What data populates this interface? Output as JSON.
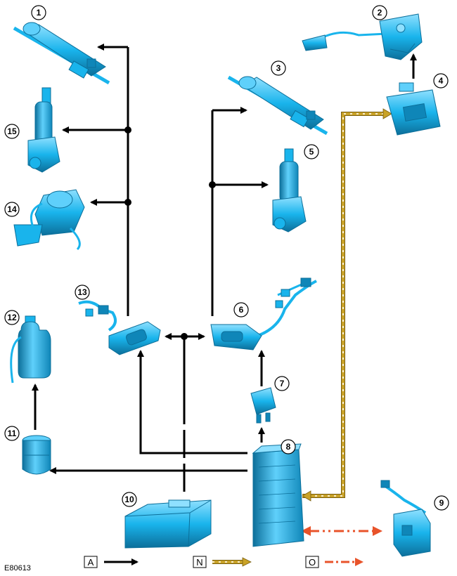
{
  "figure_ref": "E80613",
  "callouts": [
    "1",
    "2",
    "3",
    "4",
    "5",
    "6",
    "7",
    "8",
    "9",
    "10",
    "11",
    "12",
    "13",
    "14",
    "15"
  ],
  "legend": [
    {
      "key": "A",
      "style": "solid"
    },
    {
      "key": "N",
      "style": "dotted"
    },
    {
      "key": "O",
      "style": "dash-dot"
    }
  ],
  "colors": {
    "component": "#19b4ec",
    "component_dark": "#0c6f9a",
    "component_light": "#8fe0ff",
    "solid_line": "#000000",
    "dotted_line": "#c9a227",
    "dashdot_line": "#e8532a"
  }
}
